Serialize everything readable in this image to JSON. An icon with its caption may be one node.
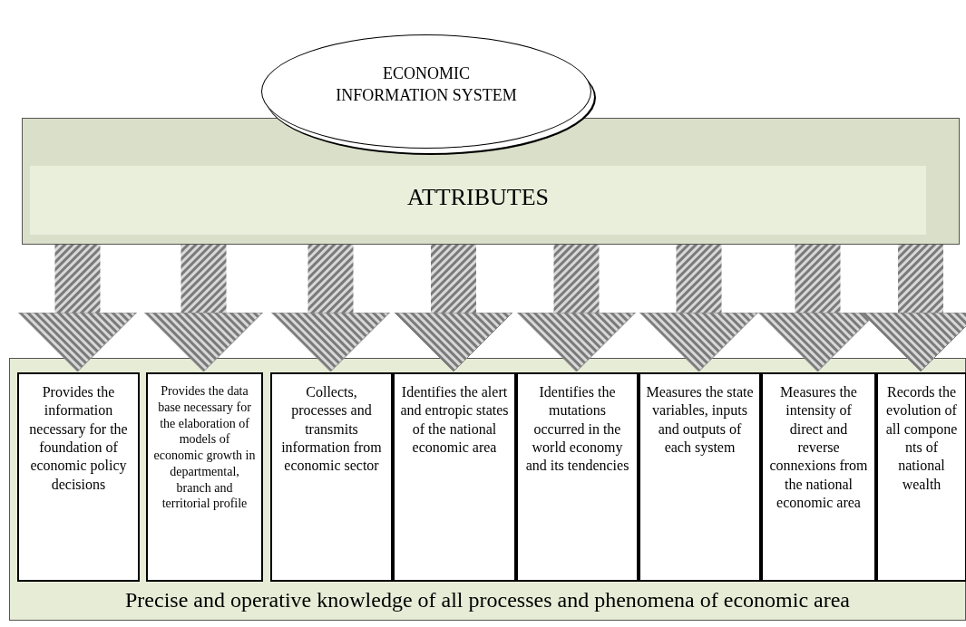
{
  "diagram": {
    "nodes": [
      {
        "text": [
          "ECONOMIC INFORMATION SYSTEM"
        ]
      },
      {
        "text": [
          "ATTRIBUTES"
        ]
      },
      {
        "text": [
          "Precise and operative knowledge of all processes and phenomena of economic area"
        ]
      },
      {
        "text": [
          "Provides the information necessary for the foundation of economic policy decisions"
        ],
        "in": 2
      },
      {
        "text": [
          "Provides the data base necessary for the elaboration of models of economic growth in departmental, branch and territorial profile"
        ],
        "in": 2
      },
      {
        "text": [
          "Collects, processes and transmits information from economic sector"
        ],
        "in": 2
      },
      {
        "text": [
          "Identifies the alert and entropic states of the national economic area"
        ],
        "in": 2
      },
      {
        "text": [
          "Identifies the mutations occurred in the world economy and its tendencies"
        ],
        "in": 2
      },
      {
        "text": [
          "Measures the state variables, inputs and outputs of each system"
        ],
        "in": 2
      },
      {
        "text": [
          "Measures the intensity of direct and reverse connexions from the national economic area"
        ],
        "in": 2
      },
      {
        "text": [
          "Records the evolution of all compone nts of national wealth"
        ],
        "in": 2
      }
    ],
    "edges": [
      {
        "from": 1,
        "to": 3,
        "arrow": "to",
        "style": "thick"
      },
      {
        "from": 1,
        "to": 4,
        "arrow": "to",
        "style": "thick"
      },
      {
        "from": 1,
        "to": 5,
        "arrow": "to",
        "style": "thick"
      },
      {
        "from": 1,
        "to": 6,
        "arrow": "to",
        "style": "thick"
      },
      {
        "from": 1,
        "to": 7,
        "arrow": "to",
        "style": "thick"
      },
      {
        "from": 1,
        "to": 8,
        "arrow": "to",
        "style": "thick"
      },
      {
        "from": 1,
        "to": 9,
        "arrow": "to",
        "style": "thick"
      },
      {
        "from": 1,
        "to": 10,
        "arrow": "to",
        "style": "thick"
      }
    ]
  }
}
